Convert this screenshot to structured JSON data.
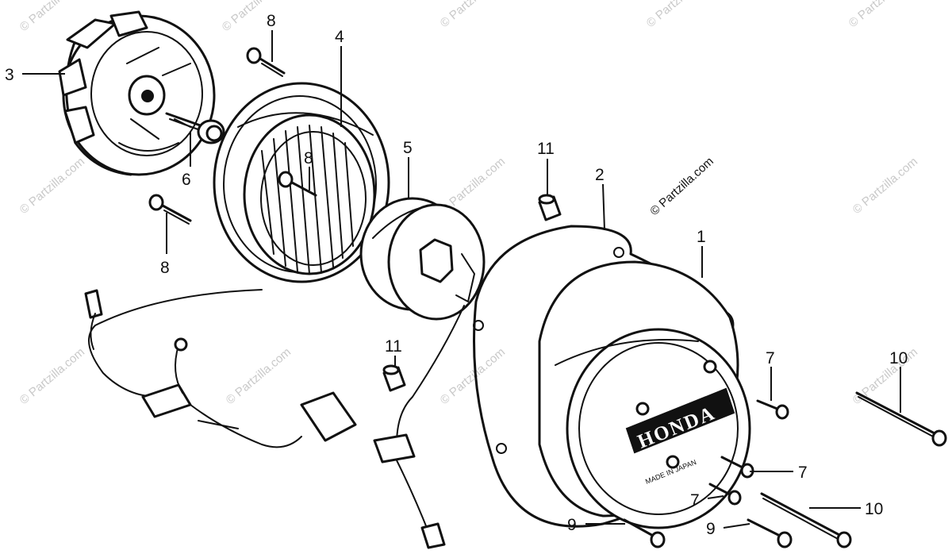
{
  "diagram": {
    "watermark_text": "© Partzilla.com",
    "watermark_visible": "© Partzilla.com",
    "cover_logo": "HONDA",
    "cover_subtext": "MADE IN JAPAN",
    "callouts": [
      {
        "id": "c3",
        "label": "3"
      },
      {
        "id": "c8a",
        "label": "8"
      },
      {
        "id": "c4",
        "label": "4"
      },
      {
        "id": "c8b",
        "label": "8"
      },
      {
        "id": "c6",
        "label": "6"
      },
      {
        "id": "c8c",
        "label": "8"
      },
      {
        "id": "c5",
        "label": "5"
      },
      {
        "id": "c11a",
        "label": "11"
      },
      {
        "id": "c2",
        "label": "2"
      },
      {
        "id": "c1",
        "label": "1"
      },
      {
        "id": "c11b",
        "label": "11"
      },
      {
        "id": "c7a",
        "label": "7"
      },
      {
        "id": "c10a",
        "label": "10"
      },
      {
        "id": "c7b",
        "label": "7"
      },
      {
        "id": "c7c",
        "label": "7"
      },
      {
        "id": "c10b",
        "label": "10"
      },
      {
        "id": "c9a",
        "label": "9"
      },
      {
        "id": "c9b",
        "label": "9"
      }
    ]
  }
}
